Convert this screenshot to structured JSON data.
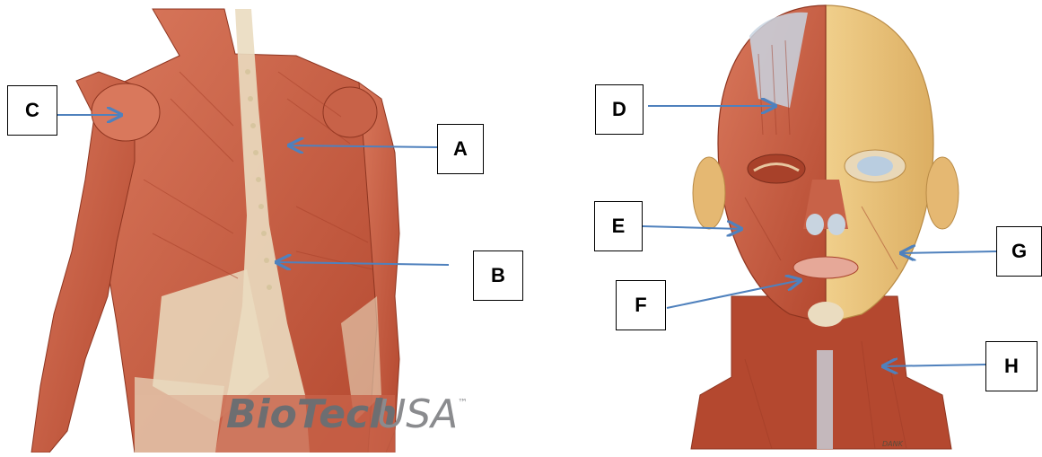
{
  "labels": {
    "A": "A",
    "B": "B",
    "C": "C",
    "D": "D",
    "E": "E",
    "F": "F",
    "G": "G",
    "H": "H"
  },
  "logo": {
    "part1": "BioTech",
    "part2": "USA",
    "tm": "™"
  },
  "signature": "DANK",
  "colors": {
    "arrow": "#4f81bd",
    "muscle": "#c5573d",
    "muscle_dark": "#9e3b26",
    "tendon": "#eadcc0",
    "skin": "#e9c27a",
    "fascia": "#c8d4e0"
  }
}
